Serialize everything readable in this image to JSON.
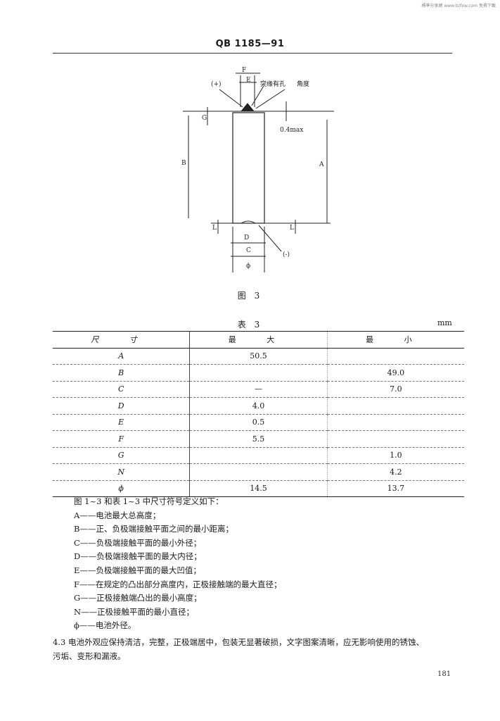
{
  "watermark": "標準分享網 www.bzfxw.com 免費下載",
  "header": {
    "standard_code": "QB 1185—91"
  },
  "figure": {
    "caption": "图 3",
    "labels": {
      "pos_terminal": "(+)",
      "neg_terminal": "(-)",
      "E": "E",
      "F": "F",
      "G": "G",
      "B": "B",
      "L": "L",
      "D": "D",
      "C": "C",
      "phi": "ϕ",
      "A": "A",
      "dim_09": "0.4max",
      "note_hole": "突缘有孔",
      "note_angle": "角度"
    }
  },
  "table": {
    "caption": "表 3",
    "unit": "mm",
    "headers": [
      "尺 寸",
      "最 大",
      "最 小"
    ],
    "rows": [
      [
        "A",
        "50.5",
        ""
      ],
      [
        "B",
        "",
        "49.0"
      ],
      [
        "C",
        "—",
        "7.0"
      ],
      [
        "D",
        "4.0",
        ""
      ],
      [
        "E",
        "0.5",
        ""
      ],
      [
        "F",
        "5.5",
        ""
      ],
      [
        "G",
        "",
        "1.0"
      ],
      [
        "N",
        "",
        "4.2"
      ],
      [
        "ϕ",
        "14.5",
        "13.7"
      ]
    ]
  },
  "definitions": [
    "图 1~3 和表 1~3 中尺寸符号定义如下：",
    "A——电池最大总高度；",
    "B——正、负极端接触平面之间的最小距离；",
    "C——负极端接触平面的最小外径；",
    "D——负极端接触平面的最大内径；",
    "E——负极端接触平面的最大凹值；",
    "F——在规定的凸出部分高度内，正极接触端的最大直径；",
    "G——正极接触端凸出的最小高度；",
    "N——正极接触平面的最小直径；",
    "ϕ——电池外径。"
  ],
  "clause": {
    "number": "4.3",
    "text_line1": "电池外观应保持清洁，完整，正极端居中，包装无显著破损，文字图案清晰，应无影响使用的锈蚀、",
    "text_line2": "污垢、变形和漏液。"
  },
  "page_number": "181"
}
